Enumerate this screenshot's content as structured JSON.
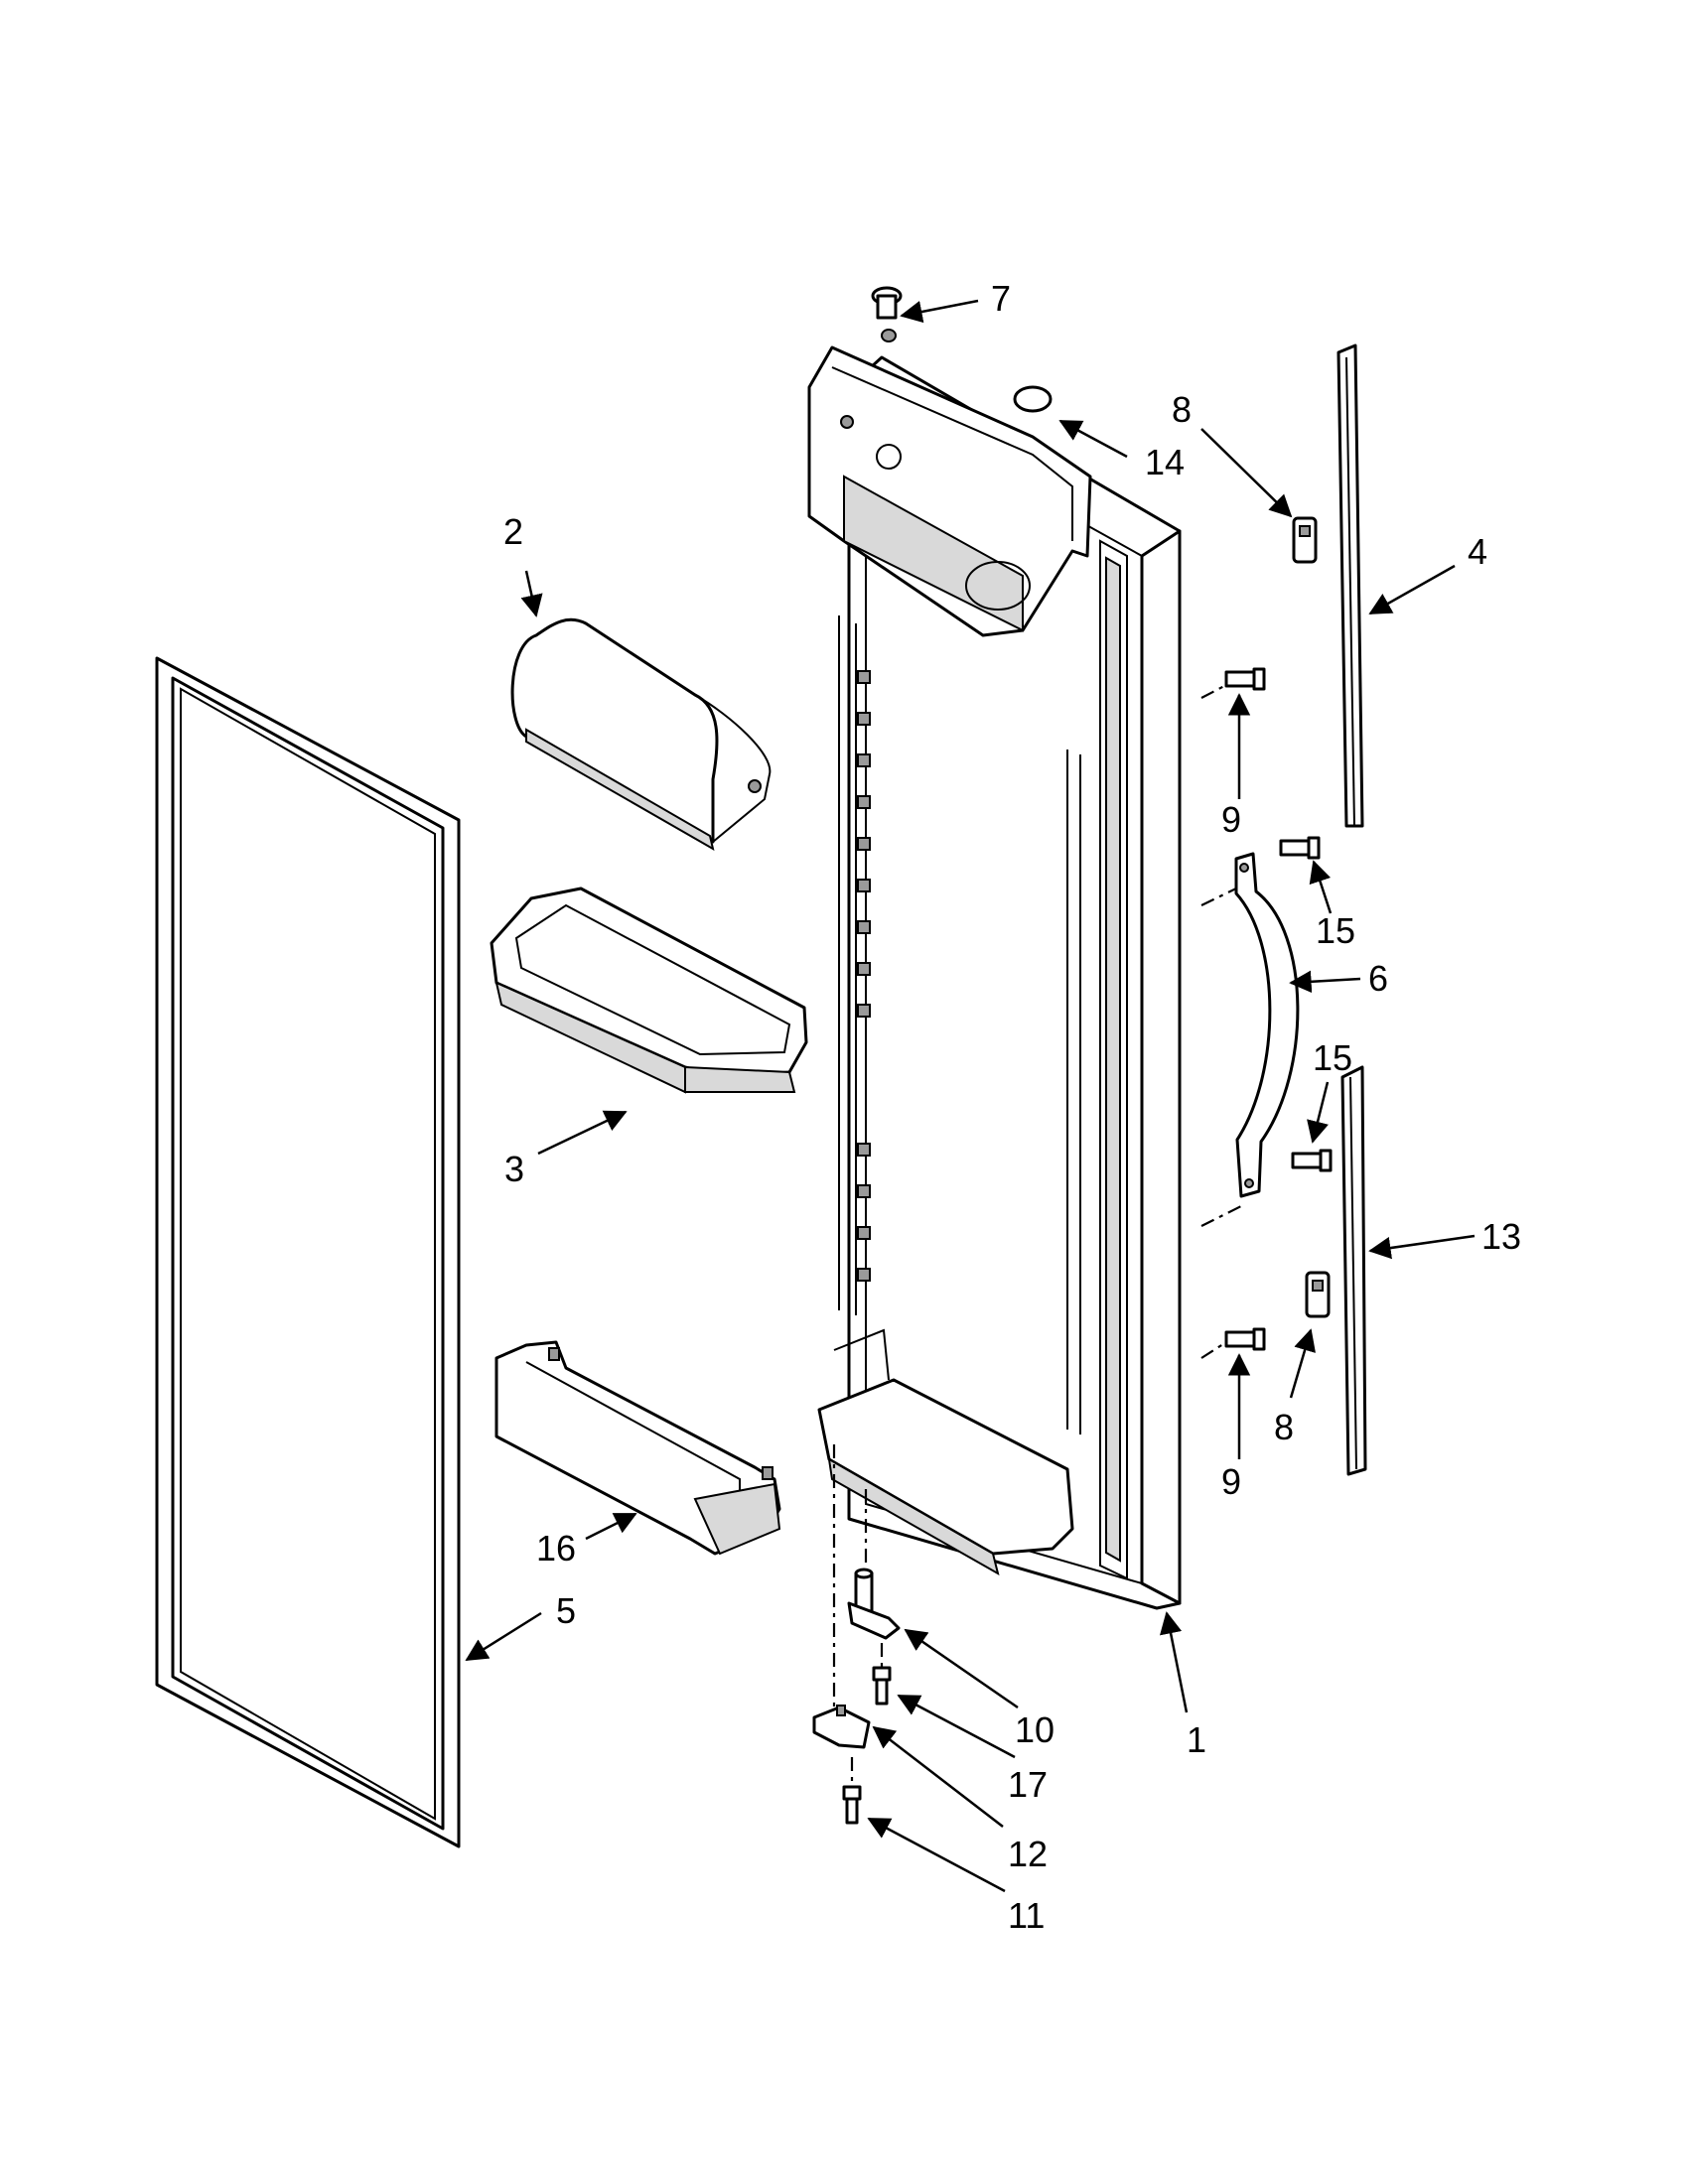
{
  "callouts": {
    "c1": "1",
    "c2": "2",
    "c3": "3",
    "c4": "4",
    "c5": "5",
    "c6": "6",
    "c7": "7",
    "c8a": "8",
    "c8b": "8",
    "c9a": "9",
    "c9b": "9",
    "c10": "10",
    "c11": "11",
    "c12": "12",
    "c13": "13",
    "c14": "14",
    "c15a": "15",
    "c15b": "15",
    "c16": "16",
    "c17": "17"
  }
}
